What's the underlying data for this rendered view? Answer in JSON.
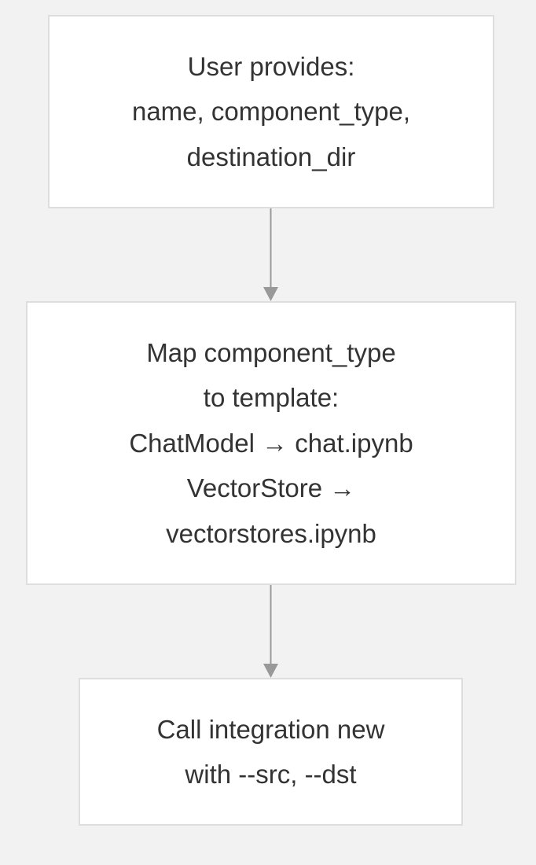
{
  "diagram": {
    "nodes": [
      {
        "id": "user-provides",
        "lines": [
          "User provides:",
          "name, component_type,",
          "destination_dir"
        ]
      },
      {
        "id": "map-component-type",
        "lines": [
          "Map component_type",
          "to template:",
          "ChatModel → chat.ipynb",
          "VectorStore →",
          "vectorstores.ipynb"
        ]
      },
      {
        "id": "call-integration-new",
        "lines": [
          "Call integration new",
          "with --src, --dst"
        ]
      }
    ],
    "edges": [
      {
        "from": "user-provides",
        "to": "map-component-type"
      },
      {
        "from": "map-component-type",
        "to": "call-integration-new"
      }
    ],
    "colors": {
      "background": "#f2f2f2",
      "node_fill": "#ffffff",
      "node_border": "#dedede",
      "text": "#333333",
      "edge": "#999999"
    }
  }
}
